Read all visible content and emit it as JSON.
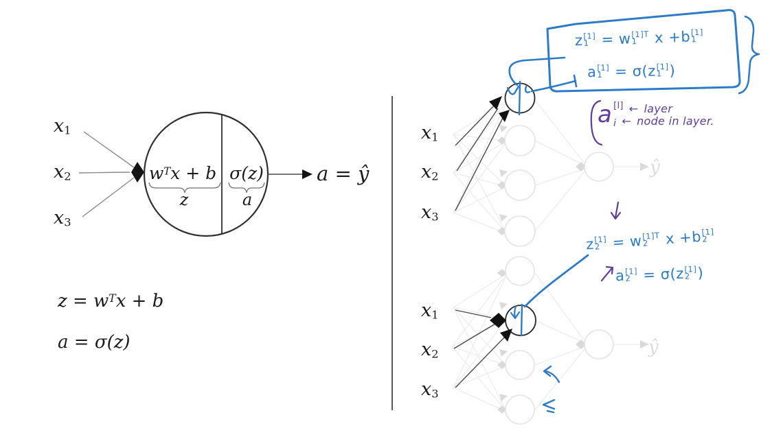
{
  "colors": {
    "ink_blue": "#2b7bc8",
    "ink_purple": "#5f3d9e",
    "faint_gray": "#e9e9e9",
    "dark": "#1b1b1b"
  },
  "left": {
    "inputs": [
      {
        "v": "x",
        "sub": "1"
      },
      {
        "v": "x",
        "sub": "2"
      },
      {
        "v": "x",
        "sub": "3"
      }
    ],
    "neuron": {
      "linear_w": "w",
      "linear_sup": "T",
      "linear_rest": "x + b",
      "activation": "σ(z)",
      "z_label": "z",
      "a_label": "a"
    },
    "output": {
      "a": "a",
      "eq": "=",
      "yhat": "ŷ"
    },
    "eq1": {
      "lhs": "z",
      "eq": "=",
      "w": "w",
      "sup": "T",
      "rest": "x + b"
    },
    "eq2": {
      "lhs": "a",
      "eq": "=",
      "rhs": "σ(z)"
    }
  },
  "right": {
    "top_inputs": [
      {
        "v": "x",
        "sub": "1"
      },
      {
        "v": "x",
        "sub": "2"
      },
      {
        "v": "x",
        "sub": "3"
      }
    ],
    "bottom_inputs": [
      {
        "v": "x",
        "sub": "1"
      },
      {
        "v": "x",
        "sub": "2"
      },
      {
        "v": "x",
        "sub": "3"
      }
    ],
    "yhat_top": "ŷ",
    "yhat_bottom": "ŷ",
    "box": {
      "l1": {
        "z": "z",
        "z_sup": "[1]",
        "z_sub": "1",
        "eq": "=",
        "w": "w",
        "w_sup": "[1]T",
        "w_sub": "1",
        "x": "x",
        "plus": "+",
        "b": "b",
        "b_sup": "[1]",
        "b_sub": "1"
      },
      "l2": {
        "a": "a",
        "a_sup": "[1]",
        "a_sub": "1",
        "eq": "=",
        "sig": "σ(",
        "z": "z",
        "z_sup": "[1]",
        "z_sub": "1",
        "close": ")"
      }
    },
    "note": {
      "a": "a",
      "sup": "[l]",
      "arrow1": "←",
      "layer": "layer",
      "sub": "i",
      "arrow2": "←",
      "node": "node in layer."
    },
    "eq_node2": {
      "l1": {
        "z": "z",
        "z_sup": "[1]",
        "z_sub": "2",
        "eq": "=",
        "w": "w",
        "w_sup": "[1]T",
        "w_sub": "2",
        "x": "x",
        "plus": "+",
        "b": "b",
        "b_sup": "[1]",
        "b_sub": "2"
      },
      "l2": {
        "a": "a",
        "a_sup": "[1]",
        "a_sub": "2",
        "eq": "=",
        "sig": "σ(",
        "z": "z",
        "z_sup": "[1]",
        "z_sub": "2",
        "close": ")"
      }
    }
  }
}
